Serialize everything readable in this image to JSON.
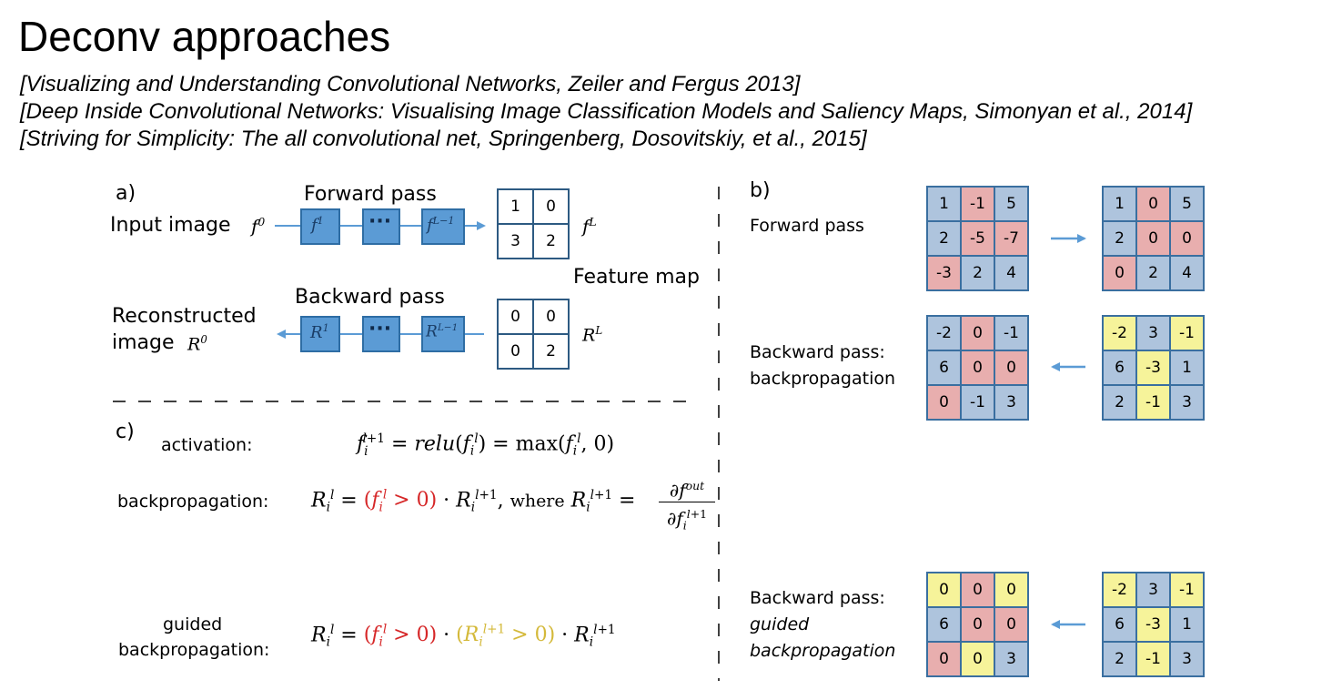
{
  "title": "Deconv approaches",
  "references": [
    "[Visualizing and Understanding Convolutional Networks, Zeiler and Fergus 2013]",
    "[Deep Inside Convolutional Networks: Visualising Image Classification Models and Saliency Maps, Simonyan et al., 2014]",
    "[Striving for Simplicity: The all convolutional net, Springenberg, Dosovitskiy, et al., 2015]"
  ],
  "panel_a": {
    "tag": "a)",
    "forward_pass": "Forward pass",
    "input_image": "Input image",
    "backward_pass": "Backward pass",
    "reconstructed": "Reconstructed",
    "image": "image",
    "feature_map": "Feature map",
    "ellipsis": "···",
    "forward_grid": [
      [
        "1",
        "0"
      ],
      [
        "3",
        "2"
      ]
    ],
    "backward_grid": [
      [
        "0",
        "0"
      ],
      [
        "0",
        "2"
      ]
    ]
  },
  "panel_b": {
    "tag": "b)",
    "forward_pass": "Forward pass",
    "backward_pass": "Backward pass:",
    "backprop": "backpropagation",
    "guided": "guided",
    "guided_backprop": "backpropagation",
    "grids": {
      "fwd_in": {
        "values": [
          [
            "1",
            "-1",
            "5"
          ],
          [
            "2",
            "-5",
            "-7"
          ],
          [
            "-3",
            "2",
            "4"
          ]
        ],
        "colors": [
          [
            "b",
            "r",
            "b"
          ],
          [
            "b",
            "r",
            "r"
          ],
          [
            "r",
            "b",
            "b"
          ]
        ]
      },
      "fwd_out": {
        "values": [
          [
            "1",
            "0",
            "5"
          ],
          [
            "2",
            "0",
            "0"
          ],
          [
            "0",
            "2",
            "4"
          ]
        ],
        "colors": [
          [
            "b",
            "r",
            "b"
          ],
          [
            "b",
            "r",
            "r"
          ],
          [
            "r",
            "b",
            "b"
          ]
        ]
      },
      "bp_out": {
        "values": [
          [
            "-2",
            "0",
            "-1"
          ],
          [
            "6",
            "0",
            "0"
          ],
          [
            "0",
            "-1",
            "3"
          ]
        ],
        "colors": [
          [
            "b",
            "r",
            "b"
          ],
          [
            "b",
            "r",
            "r"
          ],
          [
            "r",
            "b",
            "b"
          ]
        ]
      },
      "bp_in": {
        "values": [
          [
            "-2",
            "3",
            "-1"
          ],
          [
            "6",
            "-3",
            "1"
          ],
          [
            "2",
            "-1",
            "3"
          ]
        ],
        "colors": [
          [
            "y",
            "b",
            "y"
          ],
          [
            "b",
            "y",
            "b"
          ],
          [
            "b",
            "y",
            "b"
          ]
        ]
      },
      "gbp_out": {
        "values": [
          [
            "0",
            "0",
            "0"
          ],
          [
            "6",
            "0",
            "0"
          ],
          [
            "0",
            "0",
            "3"
          ]
        ],
        "colors": [
          [
            "y",
            "r",
            "y"
          ],
          [
            "b",
            "r",
            "r"
          ],
          [
            "r",
            "y",
            "b"
          ]
        ]
      },
      "gbp_in": {
        "values": [
          [
            "-2",
            "3",
            "-1"
          ],
          [
            "6",
            "-3",
            "1"
          ],
          [
            "2",
            "-1",
            "3"
          ]
        ],
        "colors": [
          [
            "y",
            "b",
            "y"
          ],
          [
            "b",
            "y",
            "b"
          ],
          [
            "b",
            "y",
            "b"
          ]
        ]
      }
    }
  },
  "panel_c": {
    "tag": "c)",
    "activation": "activation:",
    "backpropagation": "backpropagation:",
    "guided": "guided",
    "guided_backprop": "backpropagation:",
    "where": "where"
  },
  "colors": {
    "blue_box": "#5b9bd5",
    "blue_edge": "#2e6da4",
    "cell_blue": "#aec4dd",
    "cell_red": "#e8aeae",
    "cell_yellow": "#f6f39a",
    "math_red": "#d62728",
    "math_gold": "#d4b93a"
  }
}
